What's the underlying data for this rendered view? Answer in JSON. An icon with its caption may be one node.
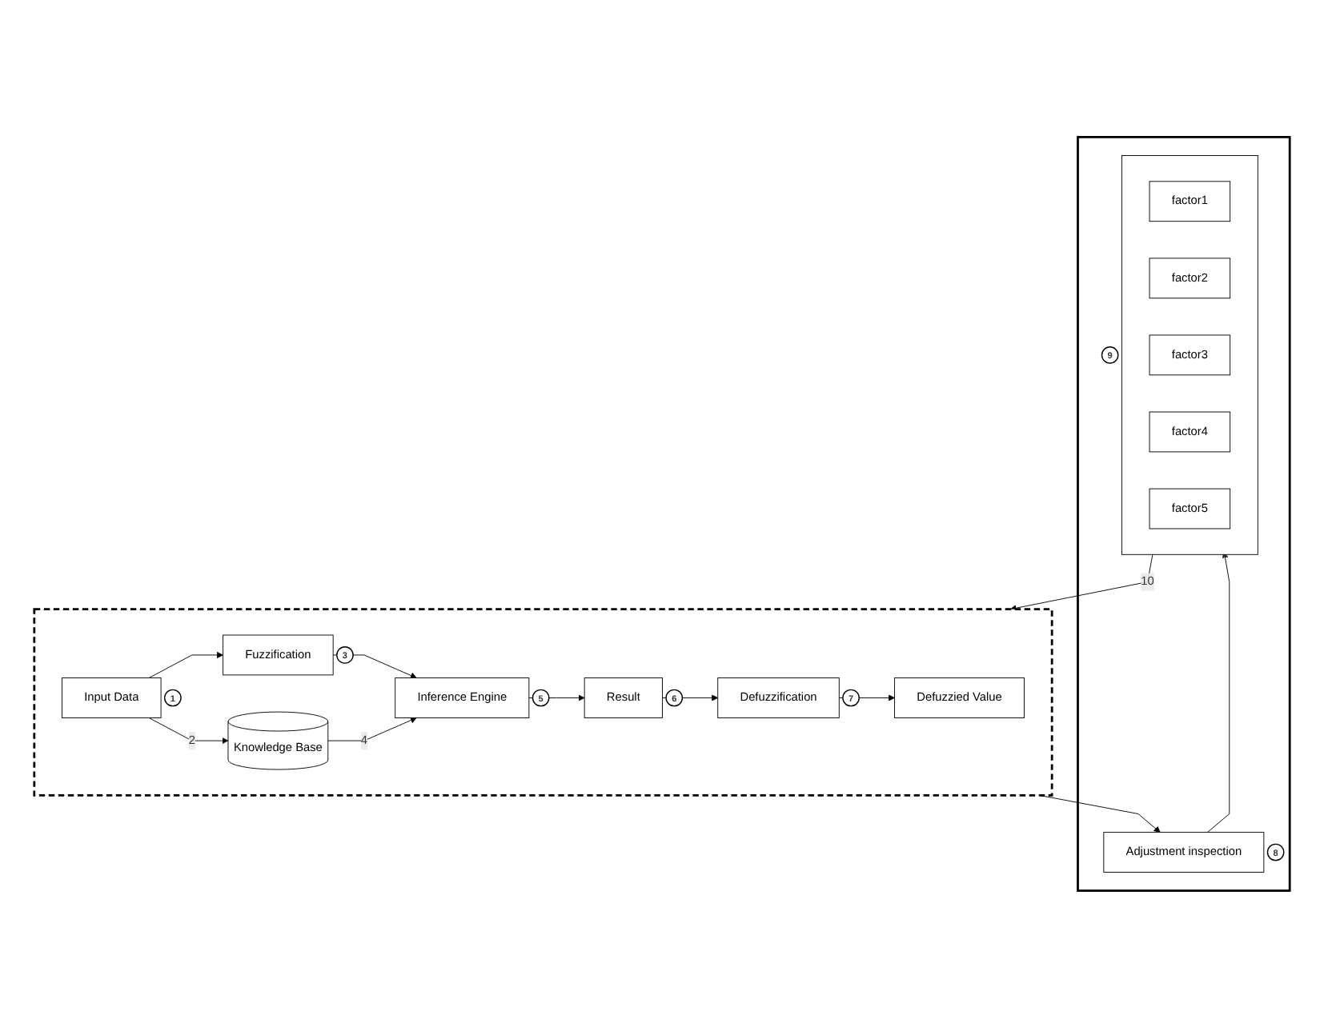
{
  "diagram": {
    "nodes": [
      {
        "text": [],
        "shape": "box"
      },
      {
        "text": [],
        "shape": "box",
        "beside": [
          "9"
        ],
        "in": 0
      },
      {
        "text": [
          "factor1"
        ],
        "in": 1
      },
      {
        "text": [
          "factor2"
        ],
        "in": 1
      },
      {
        "text": [
          "factor3"
        ],
        "in": 1
      },
      {
        "text": [
          "factor4"
        ],
        "in": 1
      },
      {
        "text": [
          "factor5"
        ],
        "in": 1
      },
      {
        "text": [
          "Adjustment inspection"
        ],
        "beside": [
          "8"
        ],
        "in": 0
      },
      {
        "text": [],
        "shape": "box"
      },
      {
        "text": [
          "Input Data"
        ],
        "beside": [
          "1"
        ],
        "in": 8
      },
      {
        "text": [
          "Fuzzification"
        ],
        "beside": [
          "3"
        ],
        "in": 8
      },
      {
        "text": [
          "Inference Engine"
        ],
        "beside": [
          "5"
        ],
        "in": 8
      },
      {
        "text": [
          "Result"
        ],
        "beside": [
          "6"
        ],
        "in": 8
      },
      {
        "text": [
          "Defuzzification"
        ],
        "beside": [
          "7"
        ],
        "in": 8
      },
      {
        "text": [
          "Defuzzied Value"
        ],
        "in": 8
      },
      {
        "text": [
          "Knowledge Base"
        ],
        "in": 8
      }
    ],
    "edges": [
      {
        "from": 9,
        "to": 10,
        "arrow": "to"
      },
      {
        "from": 9,
        "to": 15,
        "arrow": "to",
        "label": "2"
      },
      {
        "from": 10,
        "to": 11,
        "arrow": "to"
      },
      {
        "from": 15,
        "to": 11,
        "arrow": "to",
        "label": "4"
      },
      {
        "from": 11,
        "to": 12,
        "arrow": "to"
      },
      {
        "from": 12,
        "to": 13,
        "arrow": "to"
      },
      {
        "from": 13,
        "to": 14,
        "arrow": "to"
      },
      {
        "from": 8,
        "to": 7,
        "arrow": "to"
      },
      {
        "from": 7,
        "to": 1,
        "arrow": "to"
      },
      {
        "from": 1,
        "to": 8,
        "arrow": "to",
        "label": "10"
      }
    ]
  }
}
